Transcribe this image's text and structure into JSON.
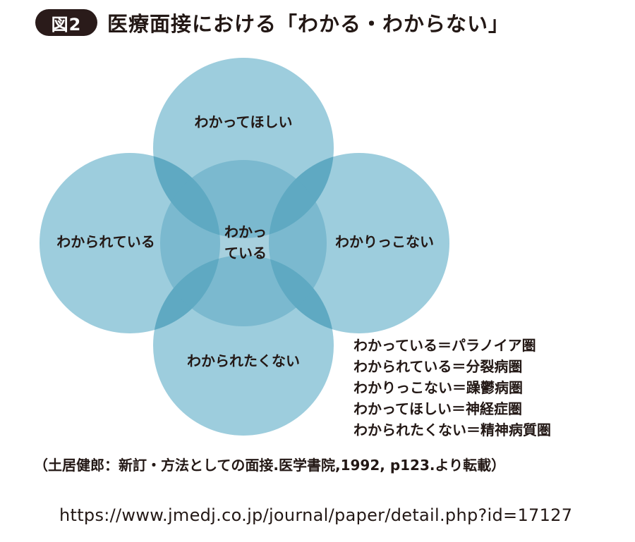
{
  "header": {
    "figure_number": "図2",
    "title": "医療面接における「わかる・わからない」"
  },
  "diagram": {
    "colors": {
      "circle_fill": "#9dcddd",
      "overlap_fill": "#5fa9c2",
      "text": "#231815"
    },
    "circles": [
      {
        "id": "top",
        "label": "わかってほしい"
      },
      {
        "id": "left",
        "label": "わかられている"
      },
      {
        "id": "right",
        "label": "わかりっこない"
      },
      {
        "id": "bottom",
        "label": "わかられたくない"
      }
    ],
    "center_label": {
      "line1": "わかっ",
      "line2": "ている"
    }
  },
  "legend": [
    {
      "text": "わかっている＝パラノイア圏"
    },
    {
      "text": "わかられている＝分裂病圏"
    },
    {
      "text": "わかりっこない＝躁鬱病圏"
    },
    {
      "text": "わかってほしい＝神経症圏"
    },
    {
      "text": "わかられたくない＝精神病質圏"
    }
  ],
  "citation": "（土居健郎：新訂・方法としての面接.医学書院,1992, p123.より転載）",
  "source_url": "https://www.jmedj.co.jp/journal/paper/detail.php?id=17127"
}
